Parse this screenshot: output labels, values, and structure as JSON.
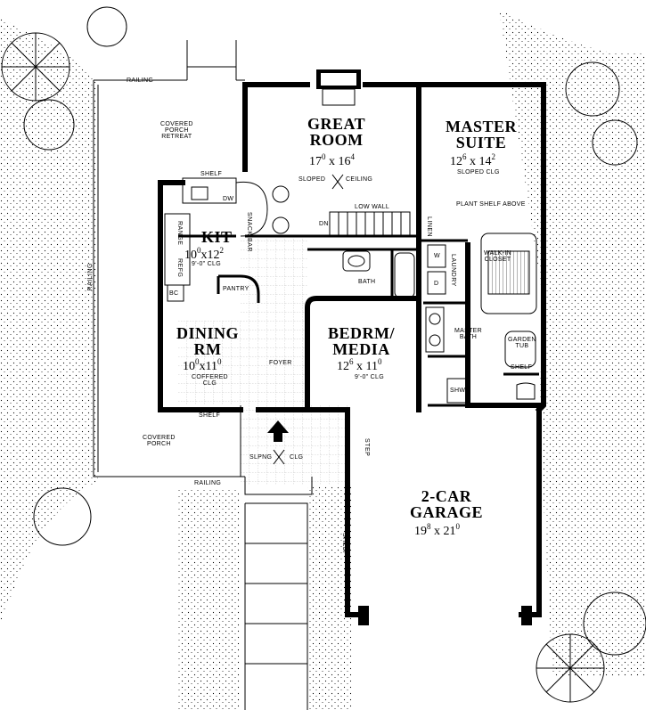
{
  "rooms": {
    "great_room": {
      "name_line1": "GREAT",
      "name_line2": "ROOM",
      "w": "17",
      "w_in": "0",
      "d": "16",
      "d_in": "4",
      "note_left": "SLOPED",
      "note_right": "CEILING"
    },
    "master_suite": {
      "name_line1": "MASTER",
      "name_line2": "SUITE",
      "w": "12",
      "w_in": "6",
      "d": "14",
      "d_in": "2",
      "note": "SLOPED CLG"
    },
    "kitchen": {
      "name": "KIT",
      "w": "10",
      "w_in": "0",
      "d": "12",
      "d_in": "2",
      "note": "9'-0\" CLG"
    },
    "dining": {
      "name_line1": "DINING",
      "name_line2": "RM",
      "w": "10",
      "w_in": "0",
      "d": "11",
      "d_in": "0",
      "note_line1": "COFFERED",
      "note_line2": "CLG"
    },
    "bedroom": {
      "name_line1": "BEDRM/",
      "name_line2": "MEDIA",
      "w": "12",
      "w_in": "6",
      "d": "11",
      "d_in": "0",
      "note": "9'-0\" CLG"
    },
    "garage": {
      "name_line1": "2-CAR",
      "name_line2": "GARAGE",
      "w": "19",
      "w_in": "8",
      "d": "21",
      "d_in": "0"
    }
  },
  "labels": {
    "railing_top": "RAILING",
    "railing_left": "RAILING",
    "railing_bottom": "RAILING",
    "covered_porch_retreat_1": "COVERED",
    "covered_porch_retreat_2": "PORCH",
    "covered_porch_retreat_3": "RETREAT",
    "covered_porch_1": "COVERED",
    "covered_porch_2": "PORCH",
    "shelf_kitchen": "SHELF",
    "shelf_dining": "SHELF",
    "shelf_bath": "SHELF",
    "shelf_garage": "SHELF",
    "dw": "DW",
    "range": "RANGE",
    "refg": "REFG",
    "bc": "BC",
    "snack_bar": "SNACK BAR",
    "pantry": "PANTRY",
    "foyer": "FOYER",
    "low_wall": "LOW WALL",
    "dn": "DN",
    "plant_shelf": "PLANT SHELF ABOVE",
    "linen": "LINEN",
    "w": "W",
    "d": "D",
    "laundry": "LAUNDRY",
    "walk_in_1": "WALK-IN",
    "walk_in_2": "CLOSET",
    "bath": "BATH",
    "master_bath_1": "MASTER",
    "master_bath_2": "BATH",
    "garden_tub_1": "GARDEN",
    "garden_tub_2": "TUB",
    "shwr": "SHWR",
    "step": "STEP",
    "slpng": "SLPNG",
    "clg": "CLG"
  }
}
